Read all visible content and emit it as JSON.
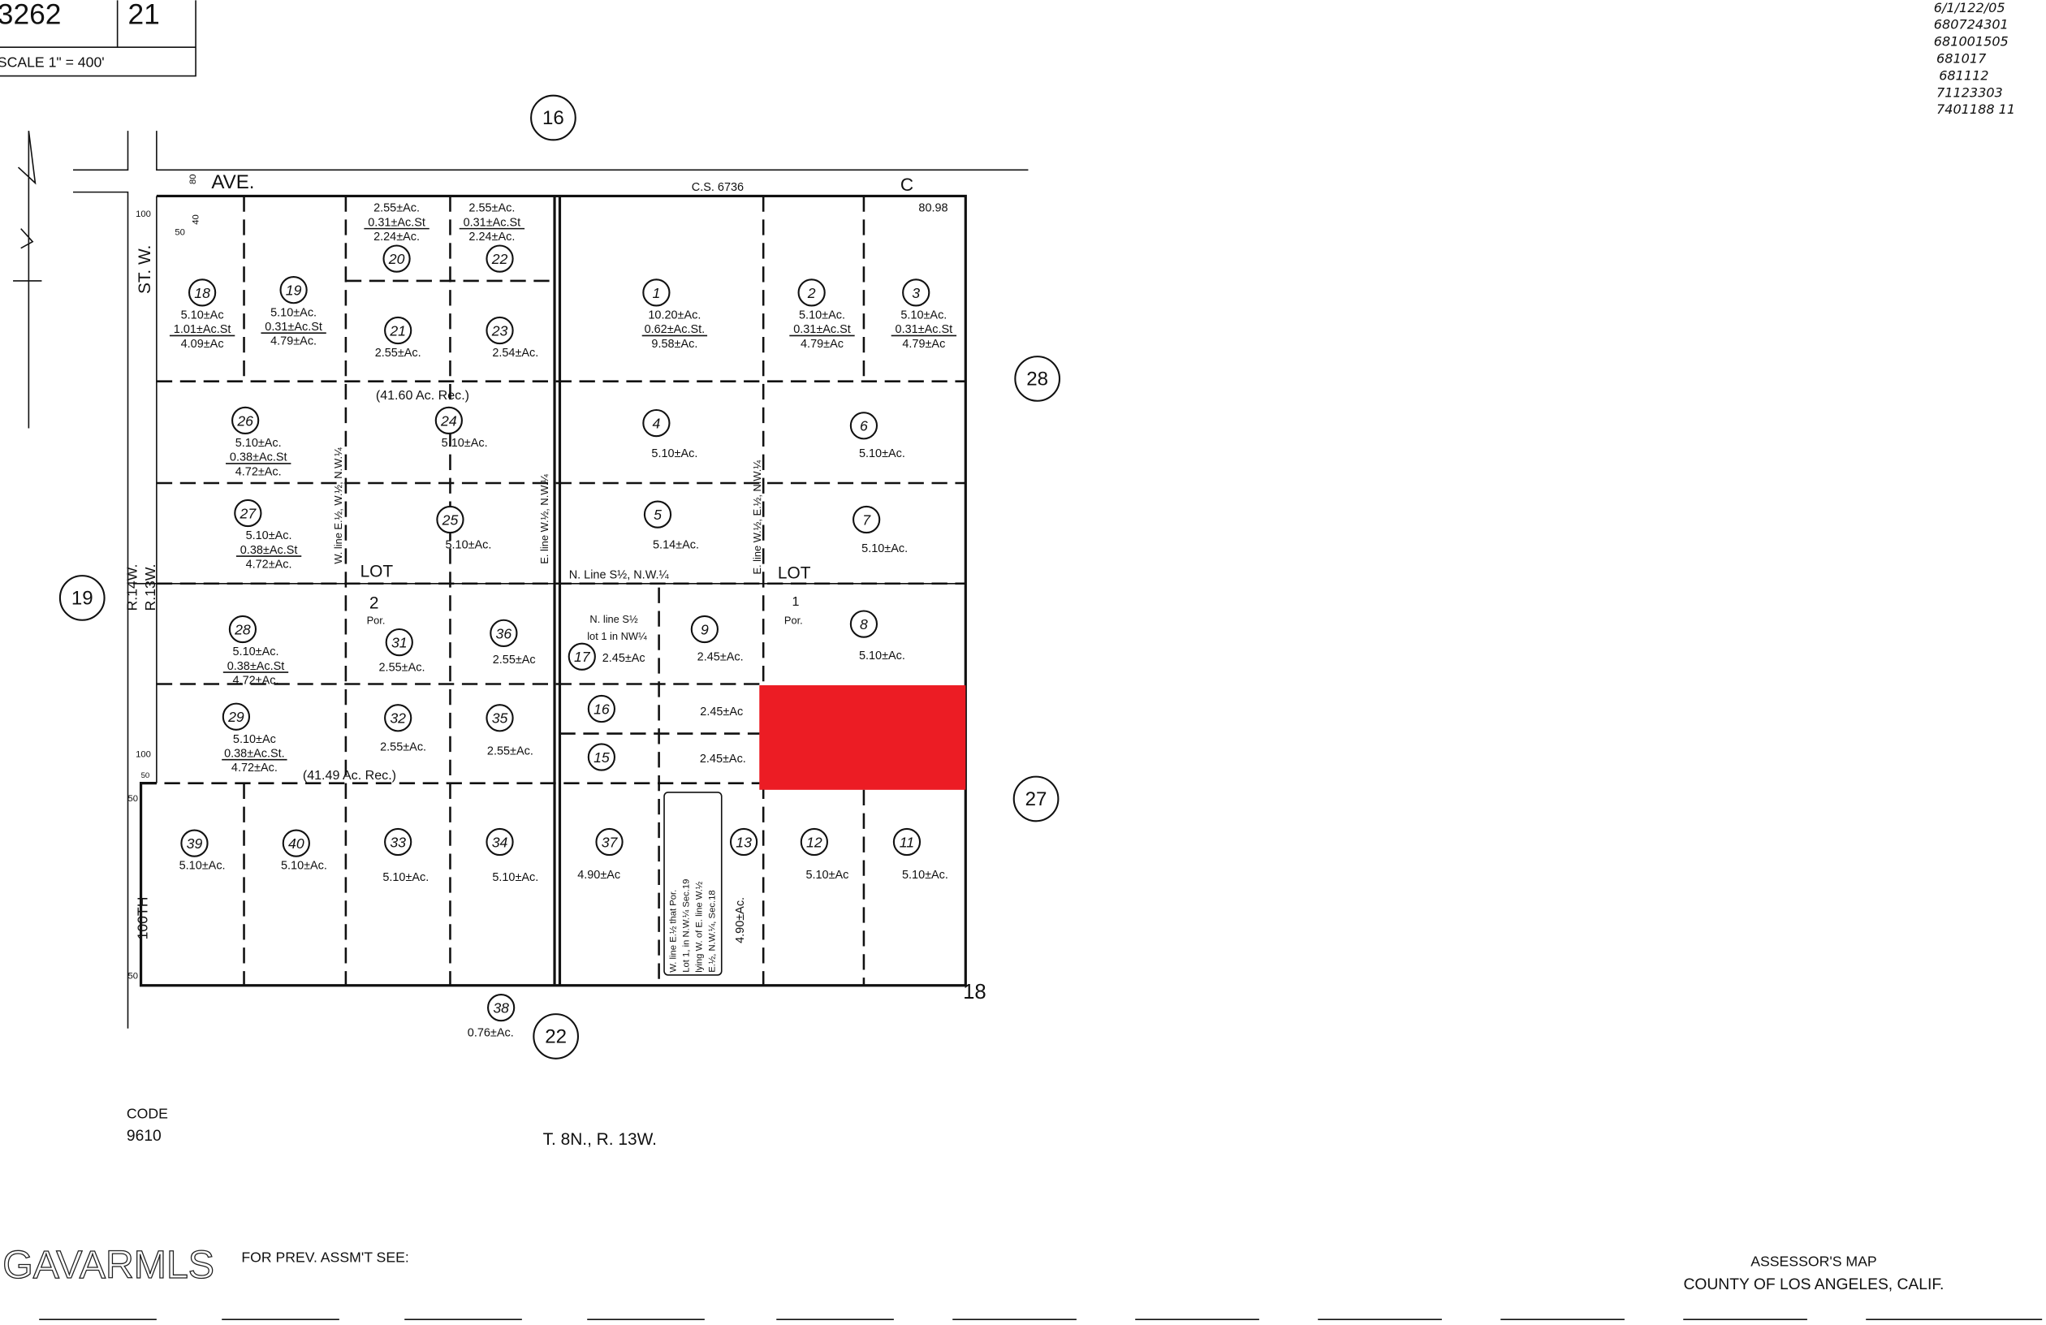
{
  "header": {
    "map_book": "3262",
    "page": "21",
    "scale": "SCALE 1\" = 400'"
  },
  "recording_notes": [
    "6/1/122/05",
    "680724301",
    "681001505",
    "681017",
    "681112",
    "71123303",
    "7401188 11"
  ],
  "streets": {
    "north": "AVE.",
    "north_letter": "C",
    "survey": "C.S. 6736",
    "west": "ST. W.",
    "west_prefix": "100TH",
    "range_west": "R.14W.",
    "range_east": "R.13W."
  },
  "dimensions": {
    "width_east": "80.98",
    "d100": "100",
    "d50": "50",
    "d40": "40",
    "d80": "80",
    "d100b": "100",
    "d50b": "50",
    "d50c": "50",
    "d50d": "50"
  },
  "adjacent_sections": [
    "16",
    "28",
    "19",
    "27",
    "22"
  ],
  "section_number": "18",
  "annotations": {
    "rec_north": "(41.60 Ac. Rec.)",
    "rec_south": "(41.49 Ac. Rec.)",
    "lot_west": "LOT",
    "lot_west_num": "2",
    "lot_west_por": "Por.",
    "lot_east": "LOT",
    "lot_east_num": "1",
    "lot_east_por": "Por.",
    "w_line": "W. line E.½, W.½, N.W.¼",
    "e_line_w": "E. line W.½, N.W.¼",
    "e_line_e": "E. line W.½, E.½, N.W.¼",
    "n_line": "N. Line S½, N.W.¼",
    "n_line_lot1_a": "N. line S½",
    "n_line_lot1_b": "lot 1 in NW¼",
    "w_line_box": [
      "W. line E.½ that Por.",
      "Lot 1, in N.W.¼ Sec.19",
      "lying W. of E. line W.½",
      "E.½, N.W.¼, Sec.18"
    ]
  },
  "parcels": [
    {
      "id": "18",
      "lines": [
        "5.10±Ac",
        "1.01±Ac.St",
        "4.09±Ac"
      ]
    },
    {
      "id": "19",
      "lines": [
        "5.10±Ac.",
        "0.31±Ac.St",
        "4.79±Ac."
      ]
    },
    {
      "id": "20",
      "lines": [
        "2.55±Ac.",
        "0.31±Ac.St",
        "2.24±Ac."
      ]
    },
    {
      "id": "22",
      "lines": [
        "2.55±Ac.",
        "0.31±Ac.St",
        "2.24±Ac."
      ]
    },
    {
      "id": "21",
      "lines": [
        "2.55±Ac."
      ]
    },
    {
      "id": "23",
      "lines": [
        "2.54±Ac."
      ]
    },
    {
      "id": "1",
      "lines": [
        "10.20±Ac.",
        "0.62±Ac.St.",
        "9.58±Ac."
      ]
    },
    {
      "id": "2",
      "lines": [
        "5.10±Ac.",
        "0.31±Ac.St",
        "4.79±Ac"
      ]
    },
    {
      "id": "3",
      "lines": [
        "5.10±Ac.",
        "0.31±Ac.St",
        "4.79±Ac"
      ]
    },
    {
      "id": "26",
      "lines": [
        "5.10±Ac.",
        "0.38±Ac.St",
        "4.72±Ac."
      ]
    },
    {
      "id": "24",
      "lines": [
        "5.10±Ac."
      ]
    },
    {
      "id": "4",
      "lines": [
        "5.10±Ac."
      ]
    },
    {
      "id": "6",
      "lines": [
        "5.10±Ac."
      ]
    },
    {
      "id": "27",
      "lines": [
        "5.10±Ac.",
        "0.38±Ac.St",
        "4.72±Ac."
      ]
    },
    {
      "id": "25",
      "lines": [
        "5.10±Ac."
      ]
    },
    {
      "id": "5",
      "lines": [
        "5.14±Ac."
      ]
    },
    {
      "id": "7",
      "lines": [
        "5.10±Ac."
      ]
    },
    {
      "id": "28",
      "lines": [
        "5.10±Ac.",
        "0.38±Ac.St",
        "4.72±Ac."
      ]
    },
    {
      "id": "31",
      "lines": [
        "2.55±Ac."
      ]
    },
    {
      "id": "36",
      "lines": [
        "2.55±Ac"
      ]
    },
    {
      "id": "17",
      "lines": [
        "2.45±Ac"
      ]
    },
    {
      "id": "9",
      "lines": [
        "2.45±Ac."
      ]
    },
    {
      "id": "8",
      "lines": [
        "5.10±Ac."
      ]
    },
    {
      "id": "29",
      "lines": [
        "5.10±Ac",
        "0.38±Ac.St.",
        "4.72±Ac."
      ]
    },
    {
      "id": "32",
      "lines": [
        "2.55±Ac."
      ]
    },
    {
      "id": "35",
      "lines": [
        "2.55±Ac."
      ]
    },
    {
      "id": "16",
      "lines": [
        "2.45±Ac"
      ]
    },
    {
      "id": "15",
      "lines": [
        "2.45±Ac."
      ]
    },
    {
      "id": "39",
      "lines": [
        "5.10±Ac."
      ]
    },
    {
      "id": "40",
      "lines": [
        "5.10±Ac."
      ]
    },
    {
      "id": "33",
      "lines": [
        "5.10±Ac."
      ]
    },
    {
      "id": "34",
      "lines": [
        "5.10±Ac."
      ]
    },
    {
      "id": "37",
      "lines": [
        "4.90±Ac"
      ]
    },
    {
      "id": "13",
      "lines": [
        "4.90±Ac."
      ]
    },
    {
      "id": "12",
      "lines": [
        "5.10±Ac"
      ]
    },
    {
      "id": "11",
      "lines": [
        "5.10±Ac."
      ]
    },
    {
      "id": "38",
      "lines": [
        "0.76±Ac."
      ]
    }
  ],
  "highlight": {
    "color": "#ec1c24"
  },
  "footer": {
    "code_label": "CODE",
    "code": "9610",
    "township": "T. 8N., R. 13W.",
    "prev_assmt": "FOR PREV. ASSM'T SEE:",
    "watermark": "GAVARMLS",
    "assessor": "ASSESSOR'S MAP",
    "county": "COUNTY OF LOS ANGELES, CALIF."
  }
}
